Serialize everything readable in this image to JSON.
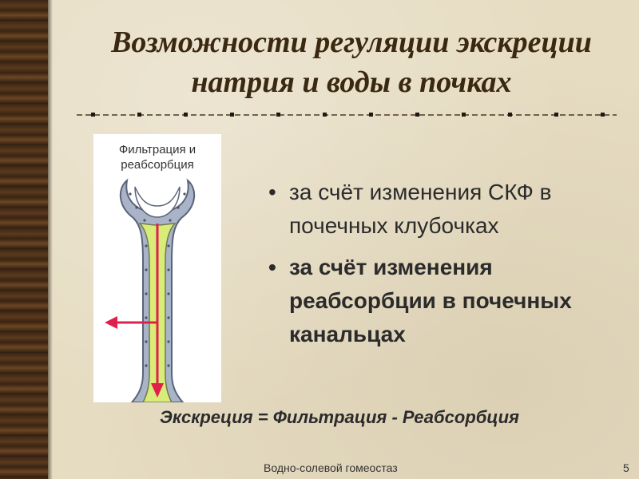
{
  "slide": {
    "title": "Возможности регуляции экскреции натрия и воды в почках",
    "figure_label_line1": "Фильтрация и",
    "figure_label_line2": "реабсорбция",
    "bullets": [
      "за счёт изменения СКФ в почечных клубочках",
      "за счёт изменения реабсорбции в почечных канальцах"
    ],
    "formula": "Экскреция = Фильтрация - Реабсорбция",
    "footer": "Водно-солевой гомеостаз",
    "page_number": "5"
  },
  "colors": {
    "title": "#3a2810",
    "arrow": "#e0204a",
    "tube_fill": "#d9ec7a",
    "tube_wall": "#a9b6cc"
  }
}
